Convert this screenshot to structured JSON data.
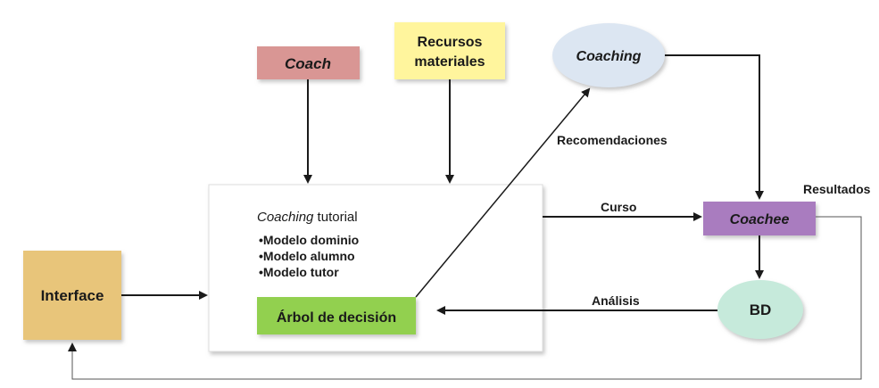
{
  "nodes": {
    "coach": {
      "label": "Coach",
      "color": "#d99694"
    },
    "recursos": {
      "line1": "Recursos",
      "line2": "materiales",
      "color": "#fff59d"
    },
    "coaching": {
      "label": "Coaching",
      "color": "#dce6f2"
    },
    "interface": {
      "label": "Interface",
      "color": "#e8c57a"
    },
    "tutorial": {
      "title_italic": "Coaching",
      "title_rest": " tutorial",
      "items": [
        "•Modelo dominio",
        "•Modelo alumno",
        "•Modelo tutor"
      ]
    },
    "arbol": {
      "label": "Árbol de decisión",
      "color": "#92d050"
    },
    "coachee": {
      "label": "Coachee",
      "color": "#a97bbf"
    },
    "bd": {
      "label": "BD",
      "color": "#c6eadb"
    }
  },
  "edges": {
    "recomendaciones": "Recomendaciones",
    "curso": "Curso",
    "resultados": "Resultados",
    "analisis": "Análisis"
  },
  "colors": {
    "arrow": "#1a1a1a",
    "feedback_line": "#555555",
    "panel_border": "#dddddd"
  }
}
